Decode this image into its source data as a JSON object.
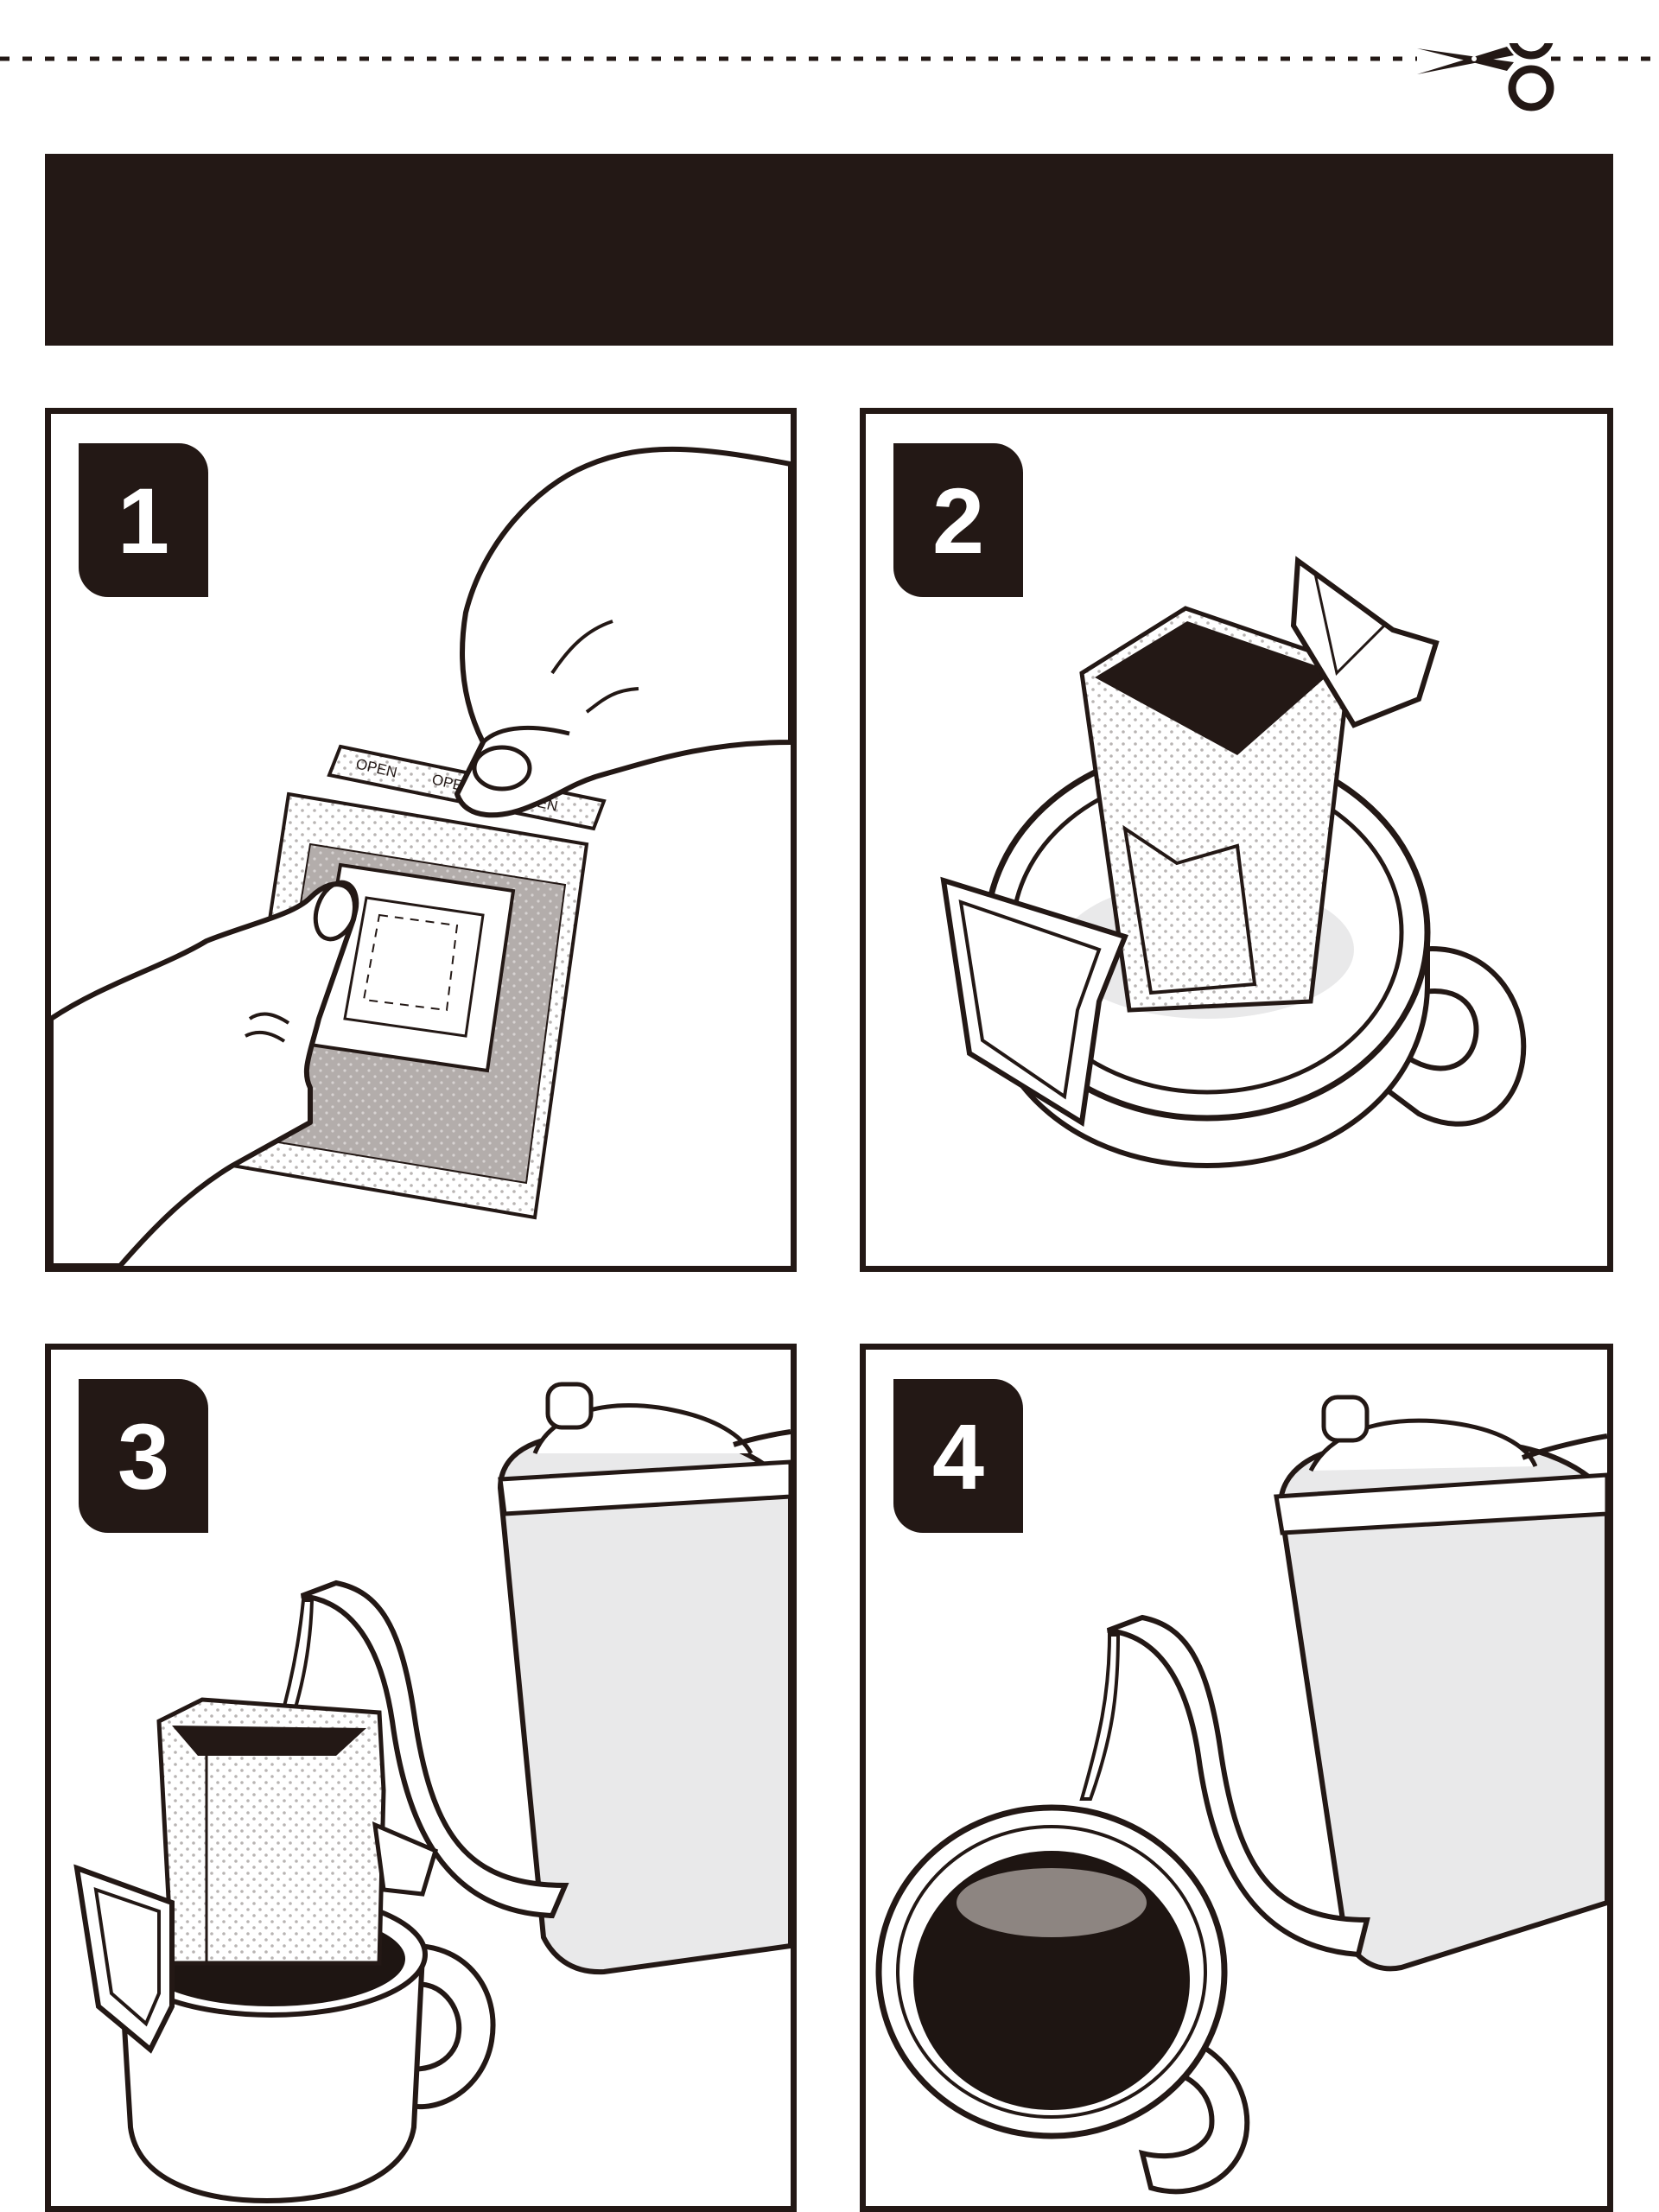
{
  "steps": [
    {
      "number": "1",
      "illustration": "tear-open-packet"
    },
    {
      "number": "2",
      "illustration": "hang-drip-bag-on-cup"
    },
    {
      "number": "3",
      "illustration": "pour-hot-water"
    },
    {
      "number": "4",
      "illustration": "finished-coffee"
    }
  ],
  "packet_tab": {
    "open_labels": [
      "OPEN",
      "OPEN",
      "OPEN"
    ]
  },
  "colors": {
    "ink": "#231815",
    "coffee": "#1e1512",
    "filter_gray": "#b3adab",
    "pot_shade": "#e9e9ea"
  },
  "icons": {
    "cut_guide": "scissors-icon"
  }
}
